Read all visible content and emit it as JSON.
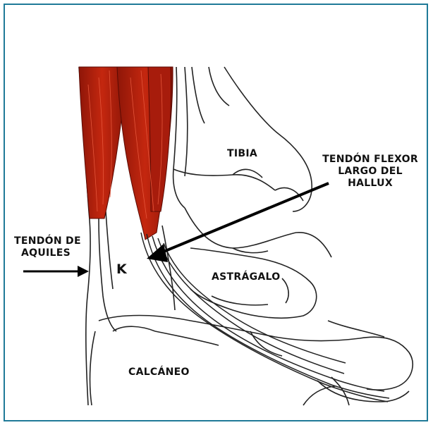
{
  "border_color": "#1f7a98",
  "muscle_color": "#b3200f",
  "labels": {
    "tibia": "TIBIA",
    "fhl_line1": "TENDÓN FLEXOR",
    "fhl_line2": "LARGO DEL",
    "fhl_line3": "HALLUX",
    "achilles_line1": "TENDÓN DE",
    "achilles_line2": "AQUILES",
    "kager": "K",
    "talus": "ASTRÁGALO",
    "calcaneus": "CALCÁNEO"
  }
}
